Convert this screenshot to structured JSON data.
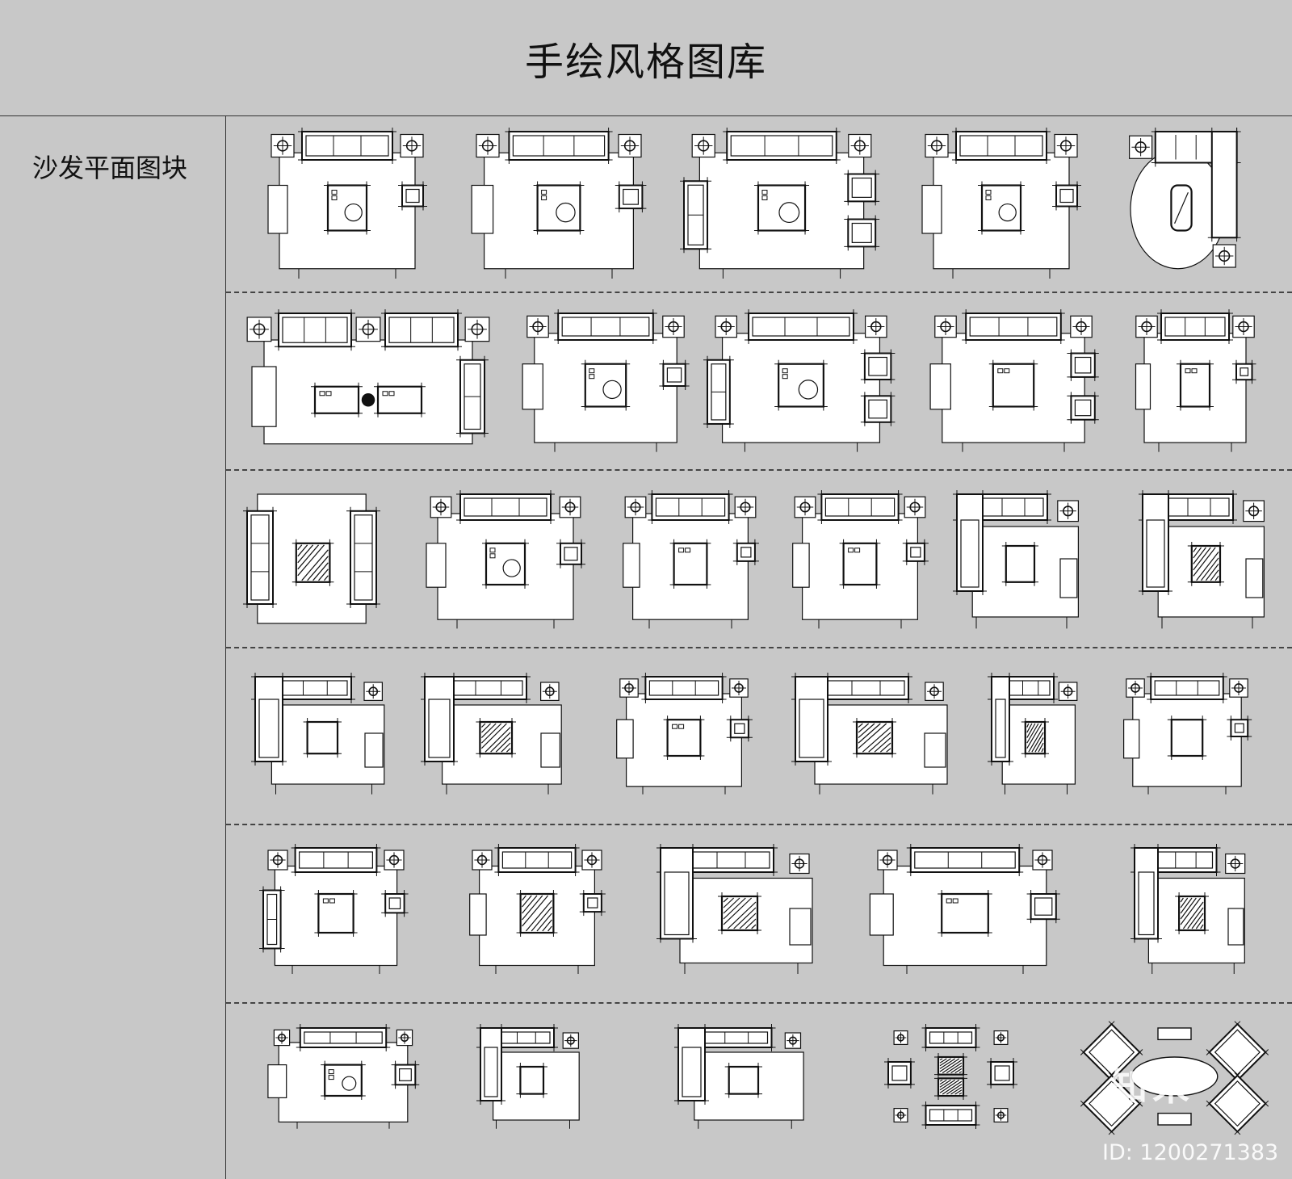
{
  "title": "手绘风格图库",
  "category": "沙发平面图块",
  "watermark": {
    "logo": "知末",
    "id_text": "ID: 1200271383"
  },
  "colors": {
    "background": "#c8c8c8",
    "paper": "#ffffff",
    "line": "#111111"
  },
  "rows": [
    {
      "row": 1,
      "blocks": [
        "sofa-set",
        "sofa-set",
        "sofa-set",
        "sofa-set",
        "corner-sofa-round"
      ]
    },
    {
      "row": 2,
      "blocks": [
        "double-sofa-set",
        "sofa-set",
        "sofa-set",
        "sofa-set",
        "sofa-set"
      ]
    },
    {
      "row": 3,
      "blocks": [
        "facing-sofas",
        "sofa-set",
        "sofa-set",
        "sofa-set",
        "l-sofa",
        "l-sofa"
      ]
    },
    {
      "row": 4,
      "blocks": [
        "l-sofa",
        "l-sofa",
        "sofa-set",
        "l-sofa",
        "l-sofa-small",
        "sofa-set"
      ]
    },
    {
      "row": 5,
      "blocks": [
        "sofa-set",
        "sofa-set",
        "l-sofa",
        "sofa-set",
        "l-sofa"
      ]
    },
    {
      "row": 6,
      "blocks": [
        "sofa-set",
        "l-sofa",
        "l-sofa",
        "square-arrangement",
        "radial-arrangement"
      ]
    }
  ]
}
